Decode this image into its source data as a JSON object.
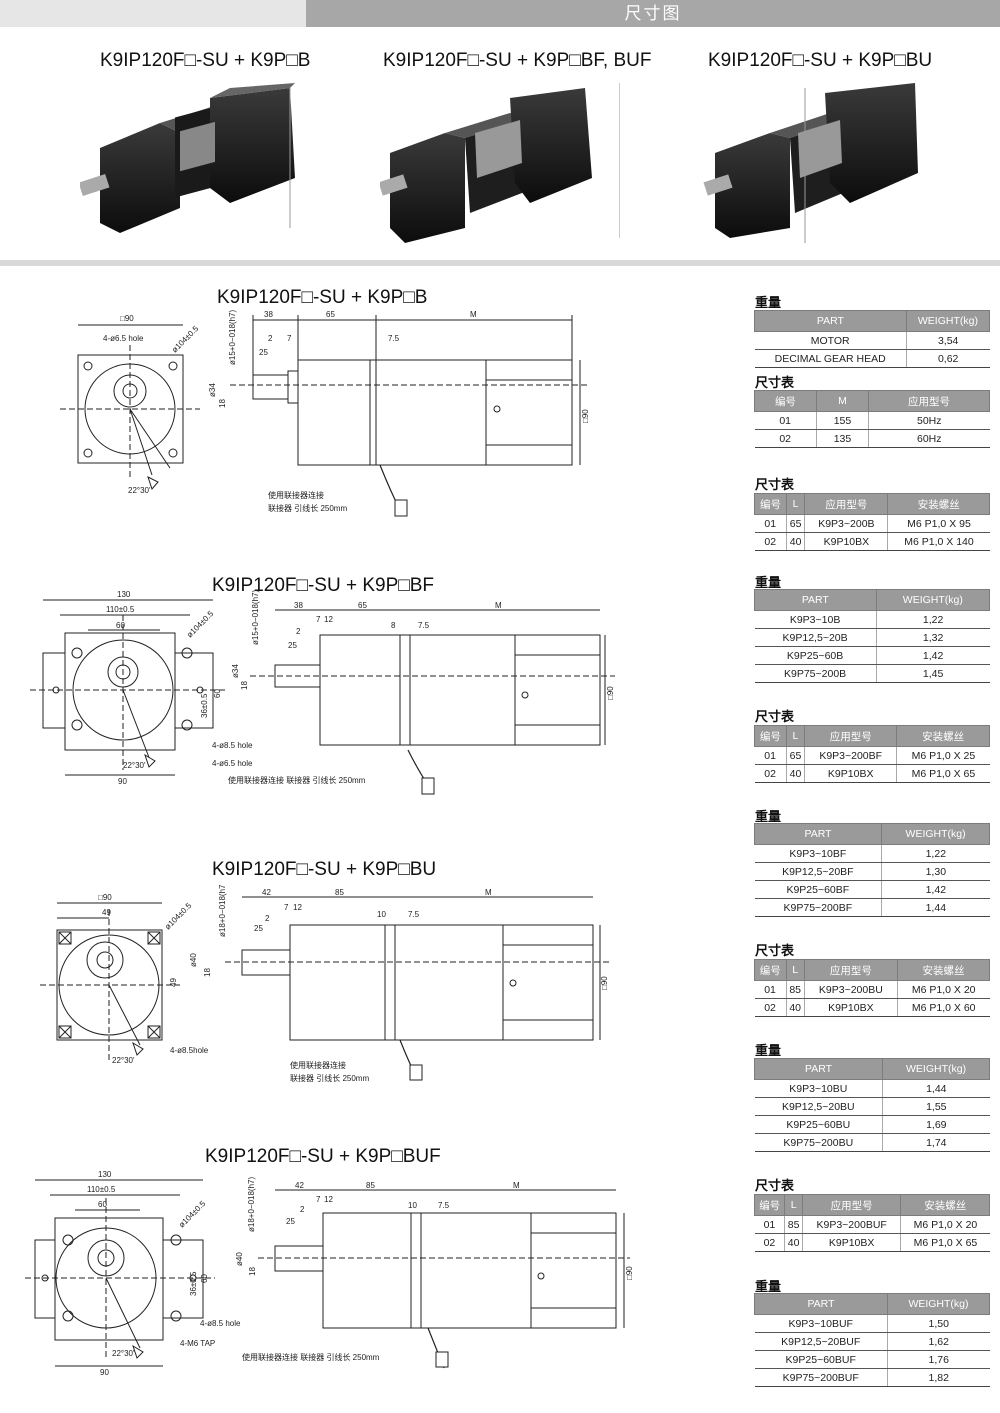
{
  "header": {
    "title": "尺寸图"
  },
  "products": [
    {
      "title": "K9IP120F□-SU + K9P□B"
    },
    {
      "title": "K9IP120F□-SU + K9P□BF, BUF"
    },
    {
      "title": "K9IP120F□-SU + K9P□BU"
    }
  ],
  "drawings": [
    {
      "title": "K9IP120F□-SU + K9P□B",
      "front": {
        "square": "□90",
        "hole": "4-ø6.5 hole",
        "pcd": "ø104±0.5",
        "angle": "22°30'"
      },
      "side": {
        "d1": "38",
        "d2": "65",
        "d3": "M",
        "d4": "2",
        "d5": "7",
        "d6": "7.5",
        "d7": "25",
        "shaft": "ø15+0−018(h7)",
        "dia": "ø34",
        "d8": "18",
        "height": "□90"
      },
      "cable_note_1": "使用联接器连接",
      "cable_note_2": "联接器 引线长 250mm"
    },
    {
      "title": "K9IP120F□-SU + K9P□BF",
      "front": {
        "w130": "130",
        "w110": "110±0.5",
        "w60": "60",
        "pcd": "ø104±0.5",
        "h36": "36±0.5",
        "h60": "60",
        "hole1": "4-ø8.5 hole",
        "hole2": "4-ø6.5 hole",
        "angle": "22°30'",
        "w90": "90"
      },
      "side": {
        "d1": "38",
        "d2": "65",
        "d3": "M",
        "d4": "2",
        "d5": "7",
        "d5b": "12",
        "d6": "8",
        "d7": "7.5",
        "d8": "25",
        "shaft": "ø15+0−018(h7)",
        "dia": "ø34",
        "d9": "18",
        "height": "□90"
      },
      "cable_note": "使用联接器连接 联接器 引线长 250mm"
    },
    {
      "title": "K9IP120F□-SU + K9P□BU",
      "front": {
        "square": "□90",
        "w49": "49",
        "pcd": "ø104±0.5",
        "h49": "49",
        "hole": "4-ø8.5hole",
        "angle": "22°30'"
      },
      "side": {
        "d1": "42",
        "d2": "85",
        "d3": "M",
        "d4": "7",
        "d4b": "12",
        "d5": "2",
        "d6": "10",
        "d7": "7.5",
        "d8": "25",
        "shaft": "ø18+0−018(h7)",
        "dia": "ø40",
        "d9": "18",
        "height": "□90"
      },
      "cable_note_1": "使用联接器连接",
      "cable_note_2": "联接器 引线长 250mm"
    },
    {
      "title": "K9IP120F□-SU + K9P□BUF",
      "front": {
        "w130": "130",
        "w110": "110±0.5",
        "w60": "60",
        "pcd": "ø104±0.5",
        "h36": "36±0.5",
        "h60": "60",
        "hole1": "4-ø8.5 hole",
        "hole2": "4-M6 TAP",
        "angle": "22°30'",
        "w90": "90"
      },
      "side": {
        "d1": "42",
        "d2": "85",
        "d3": "M",
        "d4": "7",
        "d4b": "12",
        "d5": "2",
        "d6": "10",
        "d7": "7.5",
        "d8": "25",
        "shaft": "ø18+0−018(h7)",
        "dia": "ø40",
        "d9": "18",
        "height": "□90"
      },
      "cable_note": "使用联接器连接 联接器 引线长 250mm"
    }
  ],
  "tables": {
    "w1": {
      "caption": "重量",
      "headers": [
        "PART",
        "WEIGHT(kg)"
      ],
      "rows": [
        [
          "MOTOR",
          "3,54"
        ],
        [
          "DECIMAL GEAR HEAD",
          "0,62"
        ]
      ]
    },
    "d1": {
      "caption": "尺寸表",
      "headers": [
        "编号",
        "M",
        "应用型号"
      ],
      "rows": [
        [
          "01",
          "155",
          "50Hz"
        ],
        [
          "02",
          "135",
          "60Hz"
        ]
      ]
    },
    "d2": {
      "caption": "尺寸表",
      "headers": [
        "编号",
        "L",
        "应用型号",
        "安装螺丝"
      ],
      "rows": [
        [
          "01",
          "65",
          "K9P3~200B",
          "M6 P1,0 X 95"
        ],
        [
          "02",
          "40",
          "K9P10BX",
          "M6 P1,0 X 140"
        ]
      ]
    },
    "w2": {
      "caption": "重量",
      "headers": [
        "PART",
        "WEIGHT(kg)"
      ],
      "rows": [
        [
          "K9P3~10B",
          "1,22"
        ],
        [
          "K9P12,5~20B",
          "1,32"
        ],
        [
          "K9P25~60B",
          "1,42"
        ],
        [
          "K9P75~200B",
          "1,45"
        ]
      ]
    },
    "d3": {
      "caption": "尺寸表",
      "headers": [
        "编号",
        "L",
        "应用型号",
        "安装螺丝"
      ],
      "rows": [
        [
          "01",
          "65",
          "K9P3~200BF",
          "M6 P1,0 X 25"
        ],
        [
          "02",
          "40",
          "K9P10BX",
          "M6 P1,0 X 65"
        ]
      ]
    },
    "w3": {
      "caption": "重量",
      "headers": [
        "PART",
        "WEIGHT(kg)"
      ],
      "rows": [
        [
          "K9P3~10BF",
          "1,22"
        ],
        [
          "K9P12,5~20BF",
          "1,30"
        ],
        [
          "K9P25~60BF",
          "1,42"
        ],
        [
          "K9P75~200BF",
          "1,44"
        ]
      ]
    },
    "d4": {
      "caption": "尺寸表",
      "headers": [
        "编号",
        "L",
        "应用型号",
        "安装螺丝"
      ],
      "rows": [
        [
          "01",
          "85",
          "K9P3~200BU",
          "M6 P1,0 X 20"
        ],
        [
          "02",
          "40",
          "K9P10BX",
          "M6 P1,0 X 60"
        ]
      ]
    },
    "w4": {
      "caption": "重量",
      "headers": [
        "PART",
        "WEIGHT(kg)"
      ],
      "rows": [
        [
          "K9P3~10BU",
          "1,44"
        ],
        [
          "K9P12,5~20BU",
          "1,55"
        ],
        [
          "K9P25~60BU",
          "1,69"
        ],
        [
          "K9P75~200BU",
          "1,74"
        ]
      ]
    },
    "d5": {
      "caption": "尺寸表",
      "headers": [
        "编号",
        "L",
        "应用型号",
        "安装螺丝"
      ],
      "rows": [
        [
          "01",
          "85",
          "K9P3~200BUF",
          "M6 P1,0 X 20"
        ],
        [
          "02",
          "40",
          "K9P10BX",
          "M6 P1,0 X 65"
        ]
      ]
    },
    "w5": {
      "caption": "重量",
      "headers": [
        "PART",
        "WEIGHT(kg)"
      ],
      "rows": [
        [
          "K9P3~10BUF",
          "1,50"
        ],
        [
          "K9P12,5~20BUF",
          "1,62"
        ],
        [
          "K9P25~60BUF",
          "1,76"
        ],
        [
          "K9P75~200BUF",
          "1,82"
        ]
      ]
    }
  }
}
